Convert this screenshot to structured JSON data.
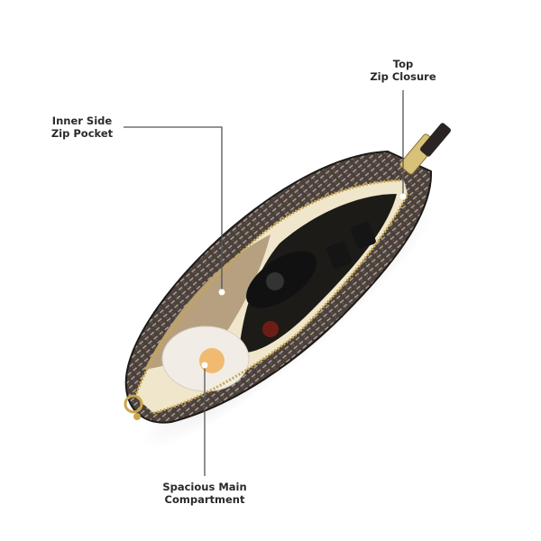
{
  "callouts": {
    "top_zip": {
      "line1": "Top",
      "line2": "Zip Closure"
    },
    "inner_pocket": {
      "line1": "Inner Side",
      "line2": "Zip Pocket"
    },
    "main_compartment": {
      "line1": "Spacious Main",
      "line2": "Compartment"
    }
  },
  "colors": {
    "leader_line": "#555555",
    "bag_pattern": "#5a4f49",
    "lining": "#efe6cc",
    "zipper_gold": "#c9a64a"
  }
}
